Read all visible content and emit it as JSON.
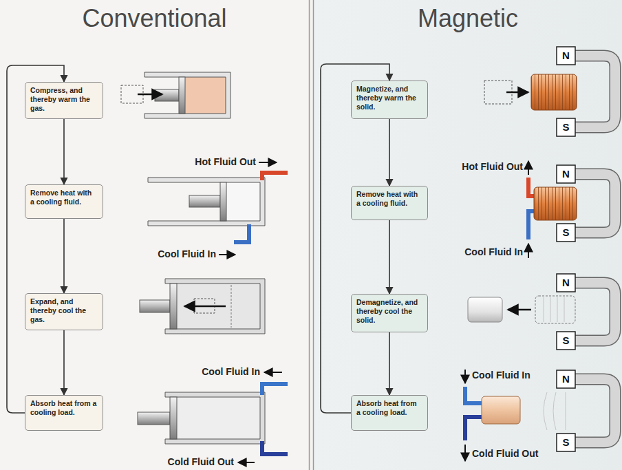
{
  "diagram": {
    "nodes": [
      {
        "text": [
          "Conventional"
        ]
      },
      {
        "text": [
          "Compress, and thereby warm the gas."
        ],
        "in": 0
      },
      {
        "text": [
          "Remove heat with a cooling fluid."
        ],
        "in": 0
      },
      {
        "text": [
          "Expand, and thereby cool the gas."
        ],
        "in": 0
      },
      {
        "text": [
          "Absorb heat from a cooling load."
        ],
        "in": 0
      },
      {
        "text": [
          "Magnetic"
        ]
      },
      {
        "text": [
          "Magnetize, and thereby warm the solid."
        ],
        "in": 5
      },
      {
        "text": [
          "Remove heat with a cooling fluid."
        ],
        "in": 5
      },
      {
        "text": [
          "Demagnetize, and thereby cool the solid."
        ],
        "in": 5
      },
      {
        "text": [
          "Absorb heat from a cooling load."
        ],
        "in": 5
      }
    ],
    "edges": [
      {
        "from": 1,
        "to": 2,
        "arrow": "to"
      },
      {
        "from": 2,
        "to": 3,
        "arrow": "to"
      },
      {
        "from": 3,
        "to": 4,
        "arrow": "to"
      },
      {
        "from": 4,
        "to": 1,
        "arrow": "to"
      },
      {
        "from": 6,
        "to": 7,
        "arrow": "to"
      },
      {
        "from": 7,
        "to": 8,
        "arrow": "to"
      },
      {
        "from": 8,
        "to": 9,
        "arrow": "to"
      },
      {
        "from": 9,
        "to": 6,
        "arrow": "to"
      }
    ],
    "labels": [
      "Hot Fluid Out",
      "Cool Fluid In",
      "Cool Fluid In",
      "Cold Fluid Out",
      "N",
      "S",
      "Hot Fluid Out",
      "N",
      "S",
      "Cool Fluid In",
      "N",
      "S",
      "Cool Fluid In",
      "N",
      "S",
      "Cold Fluid Out"
    ]
  }
}
